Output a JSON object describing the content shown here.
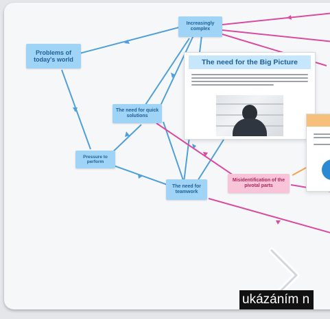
{
  "nodes": {
    "problems": "Problems of today's world",
    "increasingly_complex": "Increasingly complex",
    "quick_solutions": "The need for quick solutions",
    "pressure": "Pressure to perform",
    "teamwork": "The need for teamwork",
    "misidentification": "Misidentification of the pivotal parts"
  },
  "big_picture_card": {
    "title": "The need for the Big Picture"
  },
  "caption": "ukázáním n",
  "icons": {
    "next": "chevron-right-icon",
    "photo": "person-at-whiteboard-image"
  },
  "colors": {
    "node_blue": "#9fd4f7",
    "node_pink": "#f8c4d8",
    "edge_blue": "#4f9fd8",
    "edge_pink": "#d94aa0",
    "edge_orange": "#f2a54a"
  }
}
